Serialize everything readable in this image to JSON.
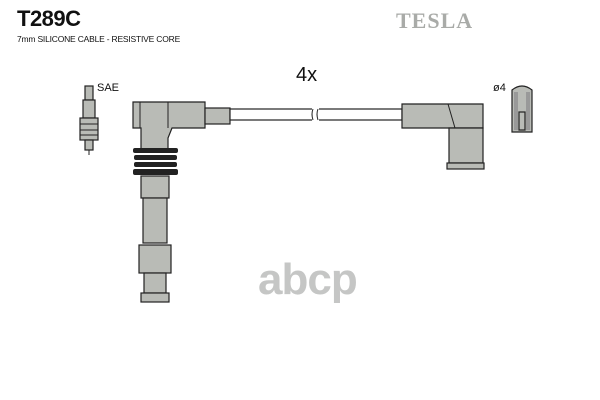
{
  "product": {
    "code": "T289C",
    "description": "7mm SILICONE CABLE - RESISTIVE CORE"
  },
  "brand": {
    "logo_text": "TESLA"
  },
  "diagram": {
    "quantity_label": "4x",
    "plug_label": "SAE",
    "terminal_label": "ø4"
  },
  "watermark": {
    "text": "abcp"
  },
  "colors": {
    "part_fill": "#b9bbb6",
    "logo": "#a9aba8"
  }
}
